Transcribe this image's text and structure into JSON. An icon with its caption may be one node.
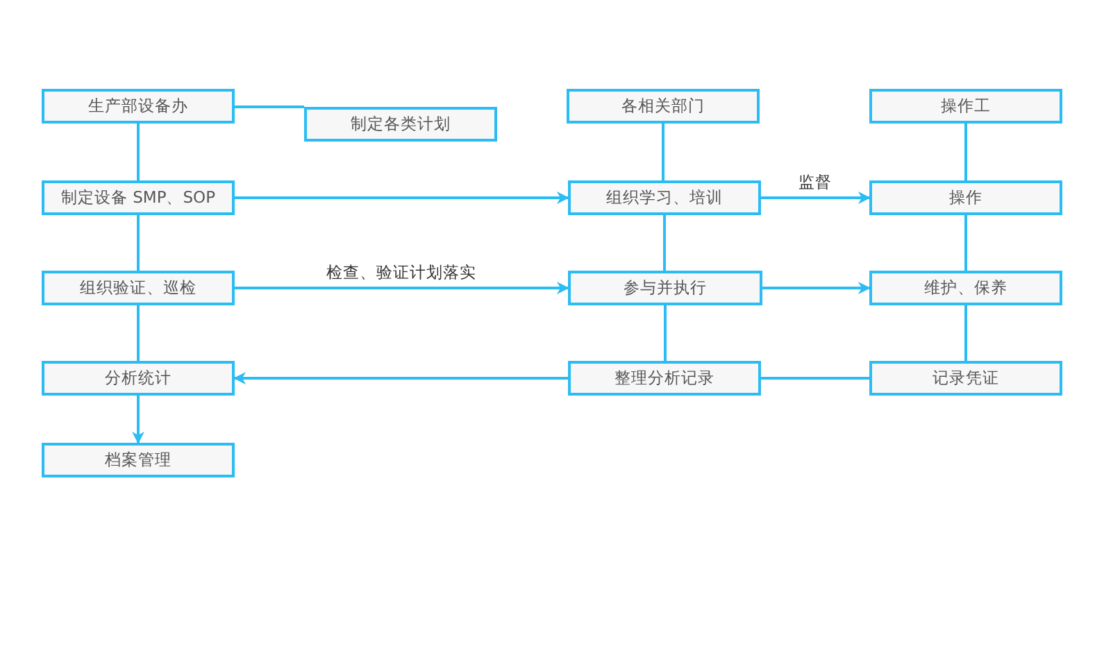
{
  "diagram": {
    "nodes": [
      {
        "text": [
          "生产部设备办"
        ]
      },
      {
        "text": [
          "制定各类计划"
        ]
      },
      {
        "text": [
          "各相关部门"
        ]
      },
      {
        "text": [
          "操作工"
        ]
      },
      {
        "text": [
          "制定设备 SMP、SOP"
        ]
      },
      {
        "text": [
          "组织学习、培训"
        ]
      },
      {
        "text": [
          "操作"
        ]
      },
      {
        "text": [
          "组织验证、巡检"
        ]
      },
      {
        "text": [
          "参与并执行"
        ]
      },
      {
        "text": [
          "维护、保养"
        ]
      },
      {
        "text": [
          "分析统计"
        ]
      },
      {
        "text": [
          "整理分析记录"
        ]
      },
      {
        "text": [
          "记录凭证"
        ]
      },
      {
        "text": [
          "档案管理"
        ]
      }
    ],
    "edges": [
      {
        "from": 0,
        "to": 1,
        "arrow": "none"
      },
      {
        "from": 0,
        "to": 4,
        "arrow": "none"
      },
      {
        "from": 2,
        "to": 5,
        "arrow": "none"
      },
      {
        "from": 3,
        "to": 6,
        "arrow": "none"
      },
      {
        "from": 4,
        "to": 5,
        "arrow": "to"
      },
      {
        "from": 5,
        "to": 6,
        "arrow": "to",
        "label": "监督"
      },
      {
        "from": 4,
        "to": 7,
        "arrow": "none"
      },
      {
        "from": 5,
        "to": 8,
        "arrow": "none"
      },
      {
        "from": 6,
        "to": 9,
        "arrow": "none"
      },
      {
        "from": 7,
        "to": 8,
        "arrow": "to",
        "label": "检查、验证计划落实"
      },
      {
        "from": 8,
        "to": 9,
        "arrow": "to"
      },
      {
        "from": 7,
        "to": 10,
        "arrow": "none"
      },
      {
        "from": 8,
        "to": 11,
        "arrow": "none"
      },
      {
        "from": 9,
        "to": 12,
        "arrow": "none"
      },
      {
        "from": 12,
        "to": 11,
        "arrow": "none"
      },
      {
        "from": 11,
        "to": 10,
        "arrow": "to"
      },
      {
        "from": 10,
        "to": 13,
        "arrow": "to"
      }
    ]
  }
}
